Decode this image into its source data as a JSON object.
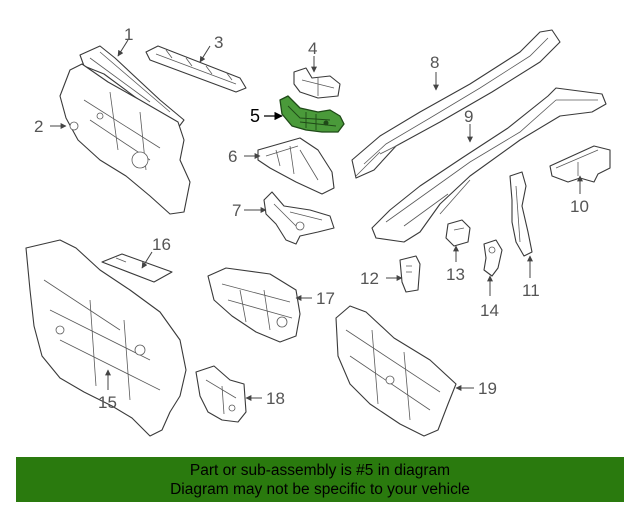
{
  "callouts": [
    "1",
    "2",
    "3",
    "4",
    "5",
    "6",
    "7",
    "8",
    "9",
    "10",
    "11",
    "12",
    "13",
    "14",
    "15",
    "16",
    "17",
    "18",
    "19"
  ],
  "highlighted_part": "5",
  "colors": {
    "highlight": "#4a9a3a",
    "banner": "#2a7a0e"
  },
  "banner": {
    "line1": "Part or sub-assembly is #5 in diagram",
    "line2": "Diagram may not be specific to your vehicle"
  }
}
